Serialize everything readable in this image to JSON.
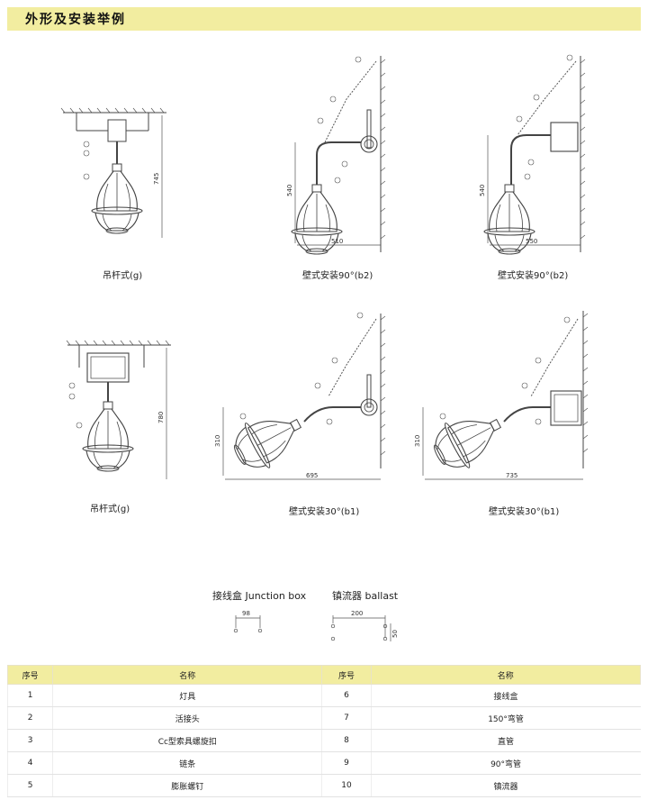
{
  "header": {
    "title": "外形及安装举例"
  },
  "figures": [
    {
      "caption": "吊杆式(g)",
      "dims": [
        "745"
      ]
    },
    {
      "caption": "壁式安装90°(b2)",
      "dims": [
        "540",
        "510"
      ]
    },
    {
      "caption": "壁式安装90°(b2)",
      "dims": [
        "540",
        "550"
      ]
    },
    {
      "caption": "吊杆式(g)",
      "dims": [
        "780"
      ]
    },
    {
      "caption": "壁式安装30°(b1)",
      "dims": [
        "310",
        "695"
      ]
    },
    {
      "caption": "壁式安装30°(b1)",
      "dims": [
        "310",
        "735"
      ]
    }
  ],
  "mounting": {
    "junction_box": {
      "label": "接线盒 Junction box",
      "dim": "98"
    },
    "ballast": {
      "label": "镇流器 ballast",
      "dim_w": "200",
      "dim_h": "50"
    }
  },
  "parts_table": {
    "headers": [
      "序号",
      "名称",
      "序号",
      "名称"
    ],
    "rows": [
      [
        "1",
        "灯具",
        "6",
        "接线盒"
      ],
      [
        "2",
        "活接头",
        "7",
        "150°弯管"
      ],
      [
        "3",
        "Cc型索具螺旋扣",
        "8",
        "直管"
      ],
      [
        "4",
        "链条",
        "9",
        "90°弯管"
      ],
      [
        "5",
        "膨胀螺钉",
        "10",
        "镇流器"
      ]
    ]
  }
}
